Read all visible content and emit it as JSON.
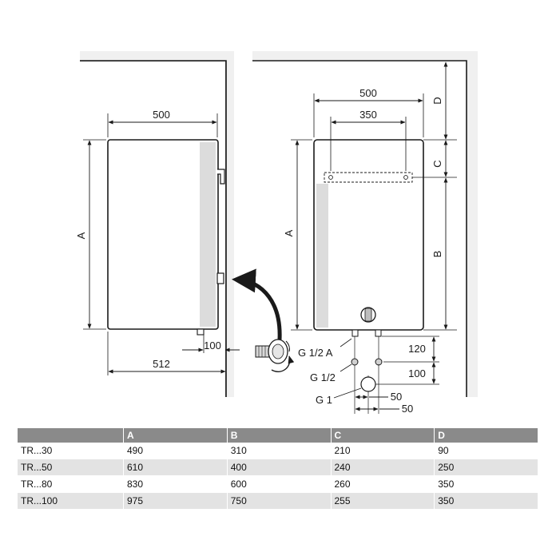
{
  "side_view": {
    "width_label": "500",
    "height_label": "A",
    "depth_label": "512",
    "pipe_offset_label": "100"
  },
  "front_view": {
    "width_label": "500",
    "bracket_label": "350",
    "dim_d": "D",
    "dim_c": "C",
    "dim_b": "B",
    "dim_a": "A",
    "inlet_offset_label": "120",
    "pipe_spacing_label": "100",
    "g_half_a": "G 1/2 A",
    "g_half": "G 1/2",
    "g_one": "G 1",
    "gap_50_a": "50",
    "gap_50_b": "50"
  },
  "table": {
    "headers": [
      "",
      "A",
      "B",
      "C",
      "D"
    ],
    "rows": [
      [
        "TR...30",
        "490",
        "310",
        "210",
        "90"
      ],
      [
        "TR...50",
        "610",
        "400",
        "240",
        "250"
      ],
      [
        "TR...80",
        "830",
        "600",
        "260",
        "350"
      ],
      [
        "TR...100",
        "975",
        "750",
        "255",
        "350"
      ]
    ]
  },
  "colors": {
    "line": "#1a1a1a",
    "table_header": "#8a8a8a",
    "table_stripe": "#e3e3e3",
    "tank_shade": "#dcdcdc"
  }
}
